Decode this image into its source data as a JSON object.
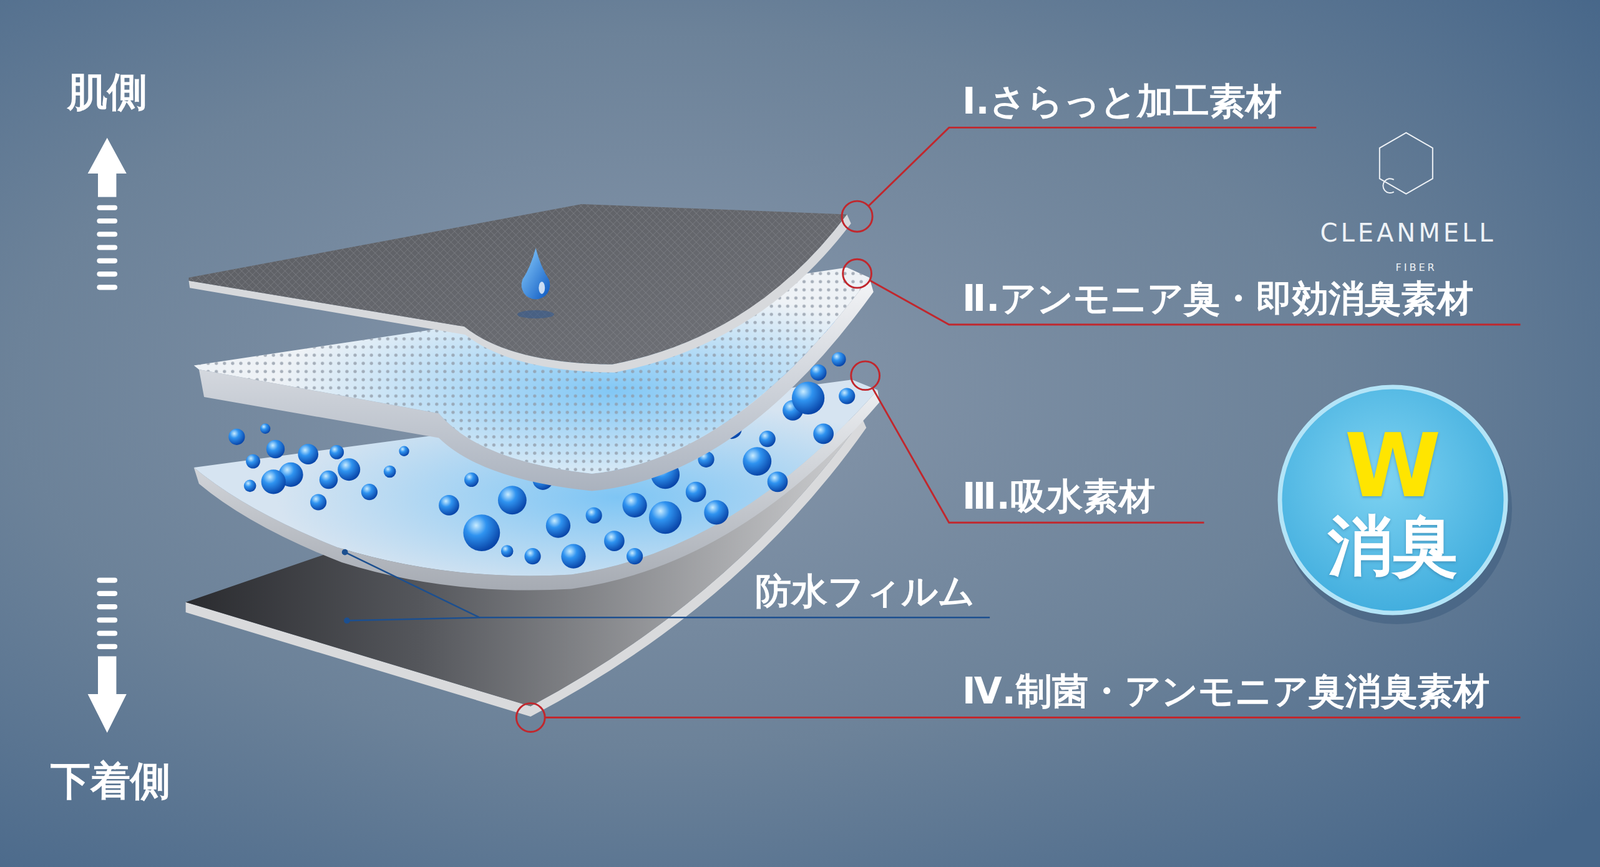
{
  "diagram": {
    "nodes": [
      {
        "text": [
          "W",
          "消臭"
        ]
      }
    ],
    "labels": [
      "肌側",
      "下着側",
      "Ⅰ.さらっと加工素材",
      "Ⅱ.アンモニア臭・即効消臭素材",
      "Ⅲ.吸水素材",
      "防水フィルム",
      "Ⅳ.制菌・アンモニア臭消臭素材",
      "CLEANMELL",
      "FIBER"
    ]
  }
}
